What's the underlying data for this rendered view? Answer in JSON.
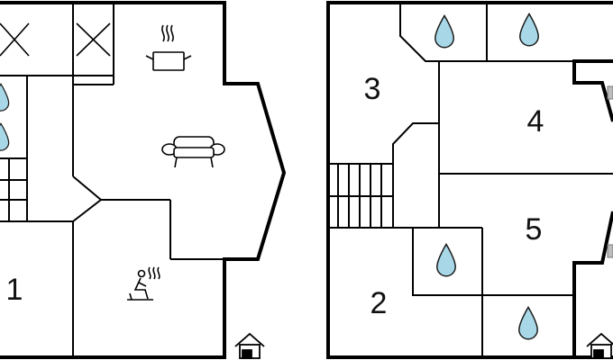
{
  "colors": {
    "wall": "#000000",
    "water_fill": "#a8d8e8",
    "water_stroke": "#1a1a1a",
    "background": "#ffffff"
  },
  "rooms": {
    "r1": "1",
    "r2": "2",
    "r3": "3",
    "r4": "4",
    "r5": "5"
  },
  "icons": {
    "left_plan": [
      "cross-box-icon",
      "cross-box-icon",
      "cooking-pot-icon",
      "sofa-icon",
      "sauna-icon",
      "water-drop-icon",
      "water-drop-icon",
      "staircase-icon",
      "entrance-icon"
    ],
    "right_plan": [
      "water-drop-icon",
      "water-drop-icon",
      "water-drop-icon",
      "water-drop-icon",
      "staircase-icon",
      "entrance-icon"
    ]
  }
}
